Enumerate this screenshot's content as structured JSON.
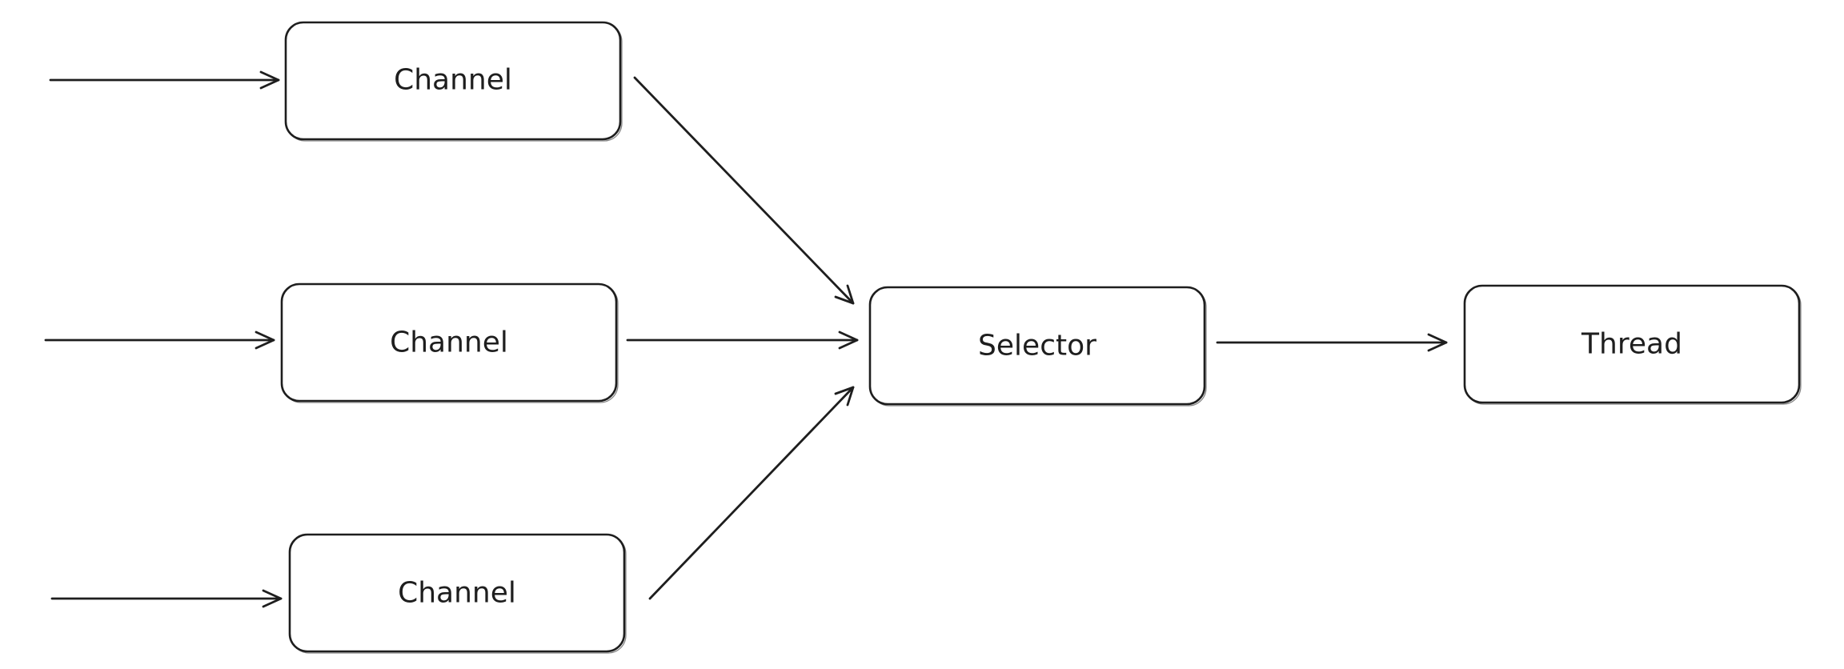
{
  "nodes": {
    "channel_top": {
      "label": "Channel"
    },
    "channel_middle": {
      "label": "Channel"
    },
    "channel_bottom": {
      "label": "Channel"
    },
    "selector": {
      "label": "Selector"
    },
    "thread": {
      "label": "Thread"
    }
  },
  "edges": [
    {
      "from": "",
      "to": "channel_top"
    },
    {
      "from": "",
      "to": "channel_middle"
    },
    {
      "from": "",
      "to": "channel_bottom"
    },
    {
      "from": "channel_top",
      "to": "selector"
    },
    {
      "from": "channel_middle",
      "to": "selector"
    },
    {
      "from": "channel_bottom",
      "to": "selector"
    },
    {
      "from": "selector",
      "to": "thread"
    }
  ],
  "colors": {
    "stroke": "#1e1e1e",
    "background": "#ffffff"
  }
}
